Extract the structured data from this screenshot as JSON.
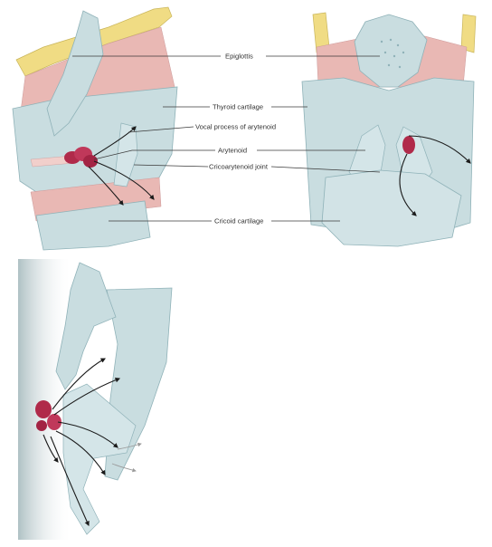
{
  "labels": {
    "epiglottis": "Epiglottis",
    "thyroid_cartilage": "Thyroid cartilage",
    "vocal_process": "Vocal process of arytenoid",
    "arytenoid": "Arytenoid",
    "cricoarytenoid_joint": "Cricoarytenoid joint",
    "cricoid_cartilage": "Cricoid cartilage"
  },
  "colors": {
    "cartilage": "#c9dde0",
    "cartilage_edge": "#8fb2b8",
    "muscle": "#e9b8b4",
    "epiglottis_yellow": "#f0dc84",
    "arytenoid_muscle": "#b02a4a",
    "arrow": "#1a1a1a"
  }
}
